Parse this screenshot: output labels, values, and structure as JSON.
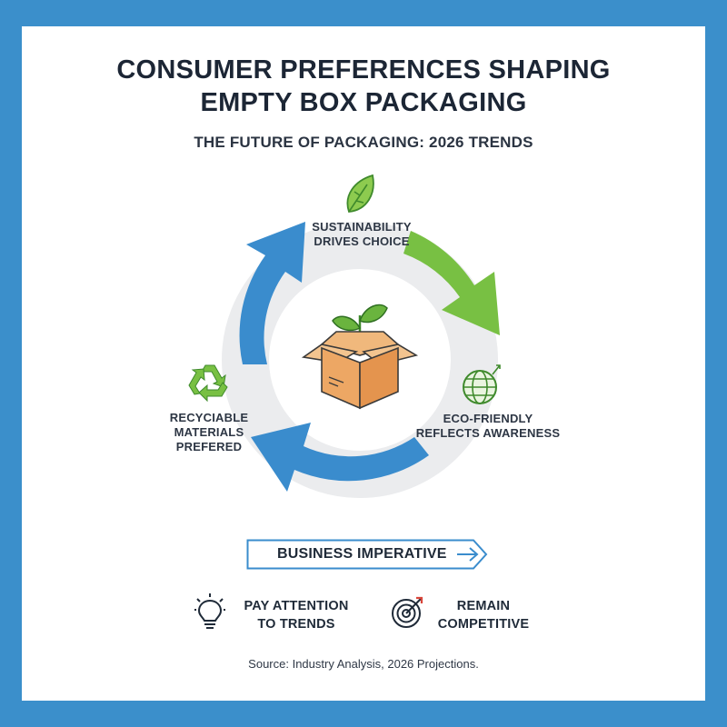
{
  "title": {
    "line1": "CONSUMER PREFERENCES SHAPING",
    "line2": "EMPTY BOX PACKAGING"
  },
  "subtitle": "THE FUTURE OF PACKAGING: 2026 TRENDS",
  "cycle": {
    "stages": [
      {
        "icon": "leaf-icon",
        "line1": "SUSTAINABILITY",
        "line2": "DRIVES CHOICE"
      },
      {
        "icon": "globe-icon",
        "line1": "ECO-FRIENDLY",
        "line2": "REFLECTS AWARENESS"
      },
      {
        "icon": "recycle-icon",
        "line1": "RECYCIABLE",
        "line2": "MATERIALS",
        "line3": "PREFERED"
      }
    ],
    "center_icon": "box-with-sprout-icon",
    "colors": {
      "blue": "#3a8ccd",
      "green": "#78c043",
      "gray": "#ebecee",
      "box": "#e8a25f"
    }
  },
  "imperative": {
    "label": "BUSINESS IMPERATIVE",
    "icon": "arrow-right-icon"
  },
  "actions": [
    {
      "icon": "lightbulb-icon",
      "line1": "PAY ATTENTION",
      "line2": "TO TRENDS"
    },
    {
      "icon": "target-icon",
      "line1": "REMAIN",
      "line2": "COMPETITIVE"
    }
  ],
  "source": "Source: Industry Analysis, 2026 Projections."
}
